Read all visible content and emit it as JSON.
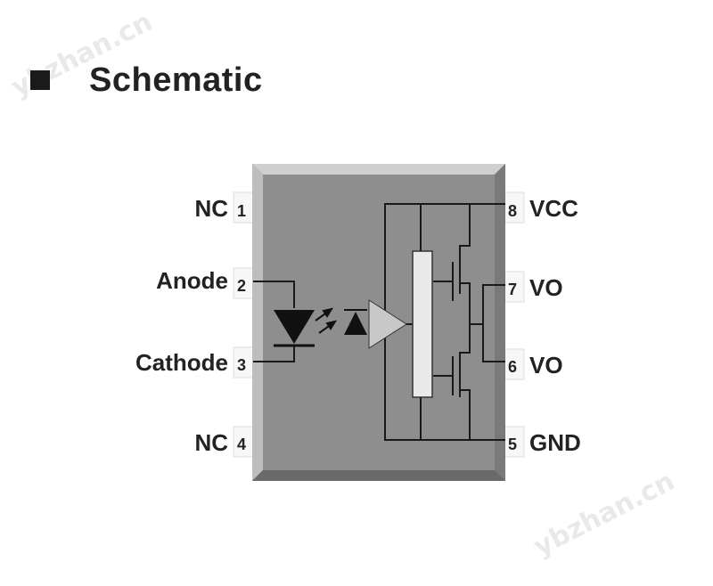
{
  "header": {
    "title": "Schematic"
  },
  "watermark": "ybzhan.cn",
  "pins": {
    "p1": {
      "number": "1",
      "label": "NC"
    },
    "p2": {
      "number": "2",
      "label": "Anode"
    },
    "p3": {
      "number": "3",
      "label": "Cathode"
    },
    "p4": {
      "number": "4",
      "label": "NC"
    },
    "p5": {
      "number": "5",
      "label": "GND"
    },
    "p6": {
      "number": "6",
      "label": "VO"
    },
    "p7": {
      "number": "7",
      "label": "VO"
    },
    "p8": {
      "number": "8",
      "label": "VCC"
    }
  },
  "colors": {
    "body": "#8e8e8e",
    "bevel_light": "#c9c9c9",
    "bevel_dark": "#6f6f6f",
    "wire": "#1a1a1a",
    "pin_tab": "#f7f7f7"
  }
}
